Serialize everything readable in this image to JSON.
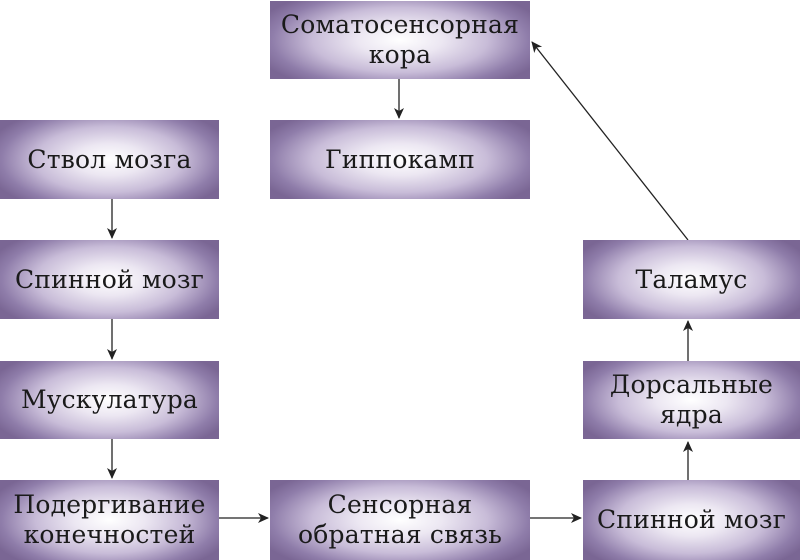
{
  "diagram": {
    "type": "flowchart",
    "colors": {
      "node_edge": "#7a6694",
      "node_center": "#ffffff",
      "arrow": "#222222"
    },
    "nodes": {
      "somatosensory_cortex": {
        "line1": "Соматосенсорная",
        "line2": "кора"
      },
      "hippocampus": "Гиппокамп",
      "brainstem": "Ствол мозга",
      "spinal_cord_left": "Спинной мозг",
      "musculature": "Мускулатура",
      "limb_twitching": {
        "line1": "Подергивание",
        "line2": "конечностей"
      },
      "sensory_feedback": {
        "line1": "Сенсорная",
        "line2": "обратная связь"
      },
      "spinal_cord_right": "Спинной мозг",
      "dorsal_nuclei": {
        "line1": "Дорсальные",
        "line2": "ядра"
      },
      "thalamus": "Таламус"
    },
    "edges": [
      {
        "from": "somatosensory_cortex",
        "to": "hippocampus"
      },
      {
        "from": "brainstem",
        "to": "spinal_cord_left"
      },
      {
        "from": "spinal_cord_left",
        "to": "musculature"
      },
      {
        "from": "musculature",
        "to": "limb_twitching"
      },
      {
        "from": "limb_twitching",
        "to": "sensory_feedback"
      },
      {
        "from": "sensory_feedback",
        "to": "spinal_cord_right"
      },
      {
        "from": "spinal_cord_right",
        "to": "dorsal_nuclei"
      },
      {
        "from": "dorsal_nuclei",
        "to": "thalamus"
      },
      {
        "from": "thalamus",
        "to": "somatosensory_cortex"
      }
    ]
  }
}
